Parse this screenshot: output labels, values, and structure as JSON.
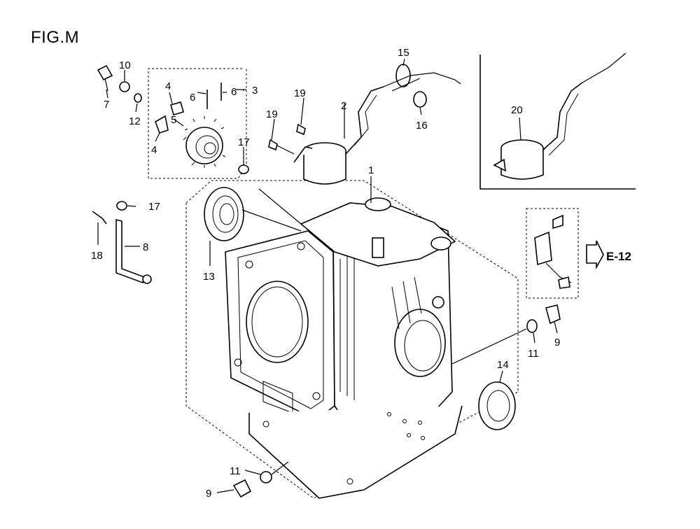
{
  "figure": {
    "title": "FIG.M"
  },
  "reference": {
    "label": "E-12"
  },
  "callouts": [
    {
      "id": "c1",
      "text": "1"
    },
    {
      "id": "c2",
      "text": "2"
    },
    {
      "id": "c3",
      "text": "3"
    },
    {
      "id": "c4a",
      "text": "4"
    },
    {
      "id": "c4b",
      "text": "4"
    },
    {
      "id": "c5",
      "text": "5"
    },
    {
      "id": "c6a",
      "text": "6"
    },
    {
      "id": "c6b",
      "text": "6"
    },
    {
      "id": "c7",
      "text": "7"
    },
    {
      "id": "c8",
      "text": "8"
    },
    {
      "id": "c9a",
      "text": "9"
    },
    {
      "id": "c9b",
      "text": "9"
    },
    {
      "id": "c10",
      "text": "10"
    },
    {
      "id": "c11a",
      "text": "11"
    },
    {
      "id": "c11b",
      "text": "11"
    },
    {
      "id": "c12",
      "text": "12"
    },
    {
      "id": "c13",
      "text": "13"
    },
    {
      "id": "c14",
      "text": "14"
    },
    {
      "id": "c15",
      "text": "15"
    },
    {
      "id": "c16",
      "text": "16"
    },
    {
      "id": "c17a",
      "text": "17"
    },
    {
      "id": "c17b",
      "text": "17"
    },
    {
      "id": "c18",
      "text": "18"
    },
    {
      "id": "c19a",
      "text": "19"
    },
    {
      "id": "c19b",
      "text": "19"
    },
    {
      "id": "c20",
      "text": "20"
    }
  ]
}
